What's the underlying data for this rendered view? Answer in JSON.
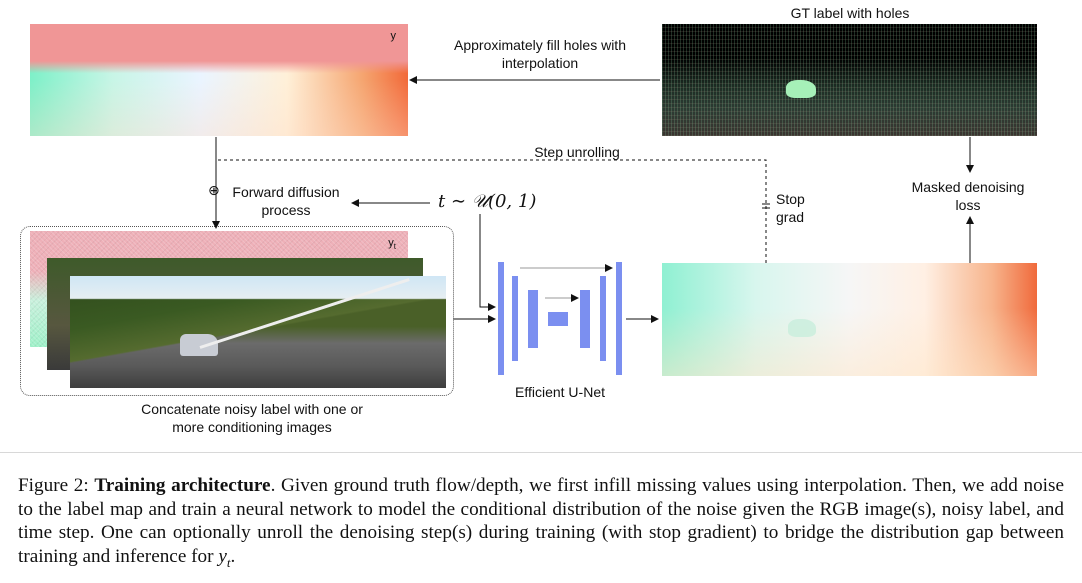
{
  "figure": {
    "gt_title": "GT label with holes",
    "fill_holes": "Approximately fill holes with interpolation",
    "y_label": "y",
    "step_unrolling": "Step unrolling",
    "forward_diffusion": "Forward diffusion process",
    "forward_diffusion_symbol": "⊕",
    "t_sampling": "t ∼ 𝒰(0, 1)",
    "yt_label": "y",
    "yt_subscript": "t",
    "stop_grad": "Stop grad",
    "masked_loss": "Masked denoising loss",
    "unet_label": "Efficient U-Net",
    "concat_label": "Concatenate noisy label with one or more conditioning images"
  },
  "caption": {
    "prefix": "Figure 2:",
    "bold": "Training architecture",
    "text": ". Given ground truth flow/depth, we first infill missing values using interpolation. Then, we add noise to the label map and train a neural network to model the conditional distribution of the noise given the RGB image(s), noisy label, and time step. One can optionally unroll the denoising step(s) during training (with stop gradient) to bridge the distribution gap between training and inference for ",
    "var": "y",
    "var_sub": "t",
    "end": "."
  }
}
